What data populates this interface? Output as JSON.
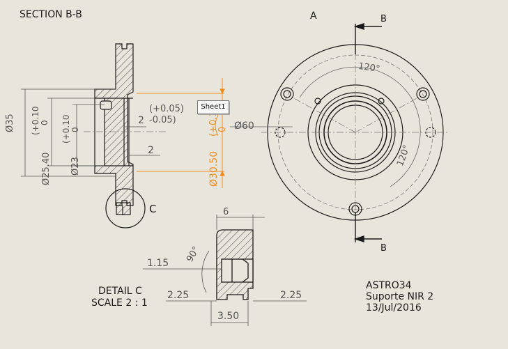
{
  "section_title": "SECTION B-B",
  "view_label_a": "A",
  "section_arrow_label": "B",
  "detail_callout": "C",
  "tooltip": "Sheet1",
  "dimensions": {
    "dia35": "Ø35",
    "dia25_40": "Ø25.40",
    "tol_25_40_upper": "(+0.10",
    "tol_25_40_lower": "0",
    "dia23": "Ø23",
    "tol_23_upper": "(+0.10",
    "tol_23_lower": "0",
    "thick2_a": "2",
    "tol_2_upper": "(+0.05)",
    "tol_2_lower": "-0.05)",
    "thick2_b": "2",
    "dia30_50": "Ø30.50",
    "tol_30_50_upper": "(+0.1",
    "tol_30_50_lower": "0",
    "dia60": "Ø60",
    "angle120_top": "120°",
    "angle120_right": "120°",
    "detail_w6": "6",
    "detail_angle90": "90°",
    "detail_1_15": "1.15",
    "detail_2_25_left": "2.25",
    "detail_2_25_right": "2.25",
    "detail_3_50": "3.50"
  },
  "detail_title": "DETAIL C",
  "detail_scale": "SCALE 2 : 1",
  "title_block": {
    "project": "ASTRO34",
    "part": "Suporte NIR 2",
    "date": "13/Jul/2016"
  },
  "colors": {
    "background": "#e8e6dc",
    "line": "#1a1a1a",
    "dim": "#555555",
    "highlight": "#f28c1e"
  }
}
